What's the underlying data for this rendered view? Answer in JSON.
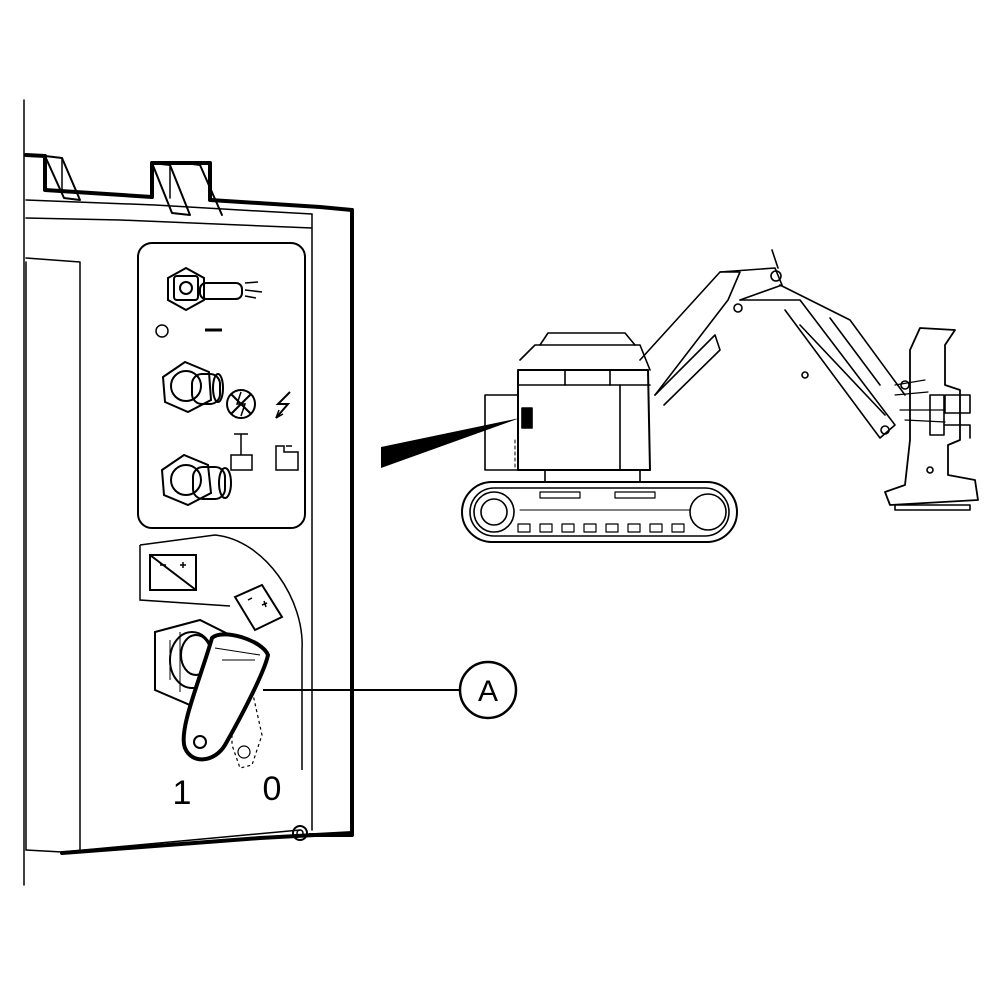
{
  "diagram": {
    "callout": {
      "letter": "A"
    },
    "switch_positions": {
      "on": "1",
      "off": "0"
    },
    "colors": {
      "ink": "#000000",
      "paper": "#ffffff"
    },
    "icons": [
      "toggle-switch-icon",
      "pushbutton-icon",
      "no-spark-icon",
      "lightning-icon",
      "battery-disconnect-icon",
      "battery-icon"
    ]
  }
}
